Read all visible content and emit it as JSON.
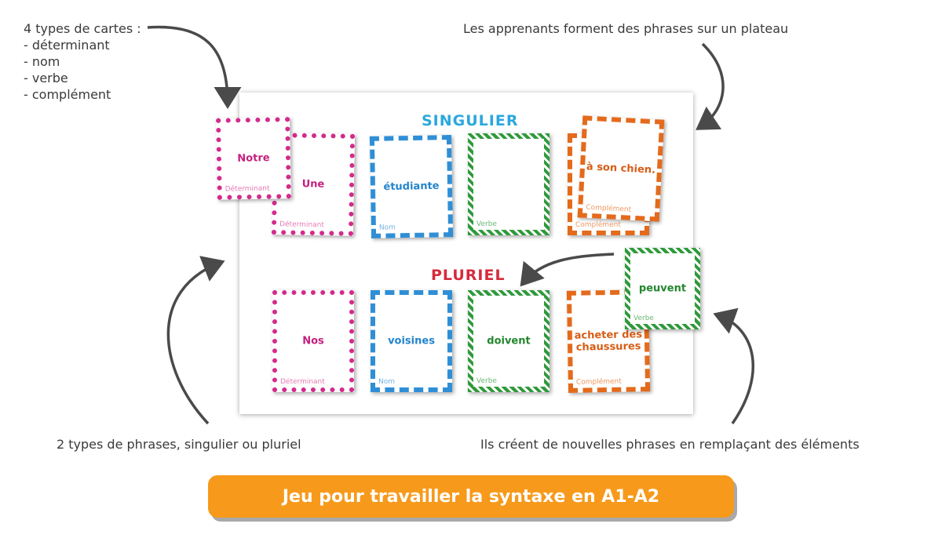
{
  "notes": {
    "top_left": {
      "heading": "4 types de cartes :",
      "lines": [
        "- déterminant",
        "- nom",
        "- verbe",
        "- complément"
      ]
    },
    "top_right": "Les apprenants forment des phrases sur un plateau",
    "bottom_left": "2 types de phrases, singulier ou pluriel",
    "bottom_right": "Ils créent de nouvelles phrases en remplaçant des éléments"
  },
  "board": {
    "singular_title": "SINGULIER",
    "plural_title": "PLURIEL",
    "singular_color": "#2aa8dd",
    "plural_color": "#d62b3c",
    "cards": {
      "notre": {
        "word": "Notre",
        "type": "Déterminant"
      },
      "une": {
        "word": "Une",
        "type": "Déterminant"
      },
      "etudiante": {
        "word": "étudiante",
        "type": "Nom"
      },
      "verbe_blank": {
        "word": "",
        "type": "Verbe"
      },
      "complement_back": {
        "word": "",
        "type": "Complément"
      },
      "son_chien": {
        "word": "à son chien.",
        "type": "Complément"
      },
      "nos": {
        "word": "Nos",
        "type": "Déterminant"
      },
      "voisines": {
        "word": "voisines",
        "type": "Nom"
      },
      "doivent": {
        "word": "doivent",
        "type": "Verbe"
      },
      "chaussures": {
        "word": "acheter des chaussures",
        "type": "Complément"
      },
      "peuvent": {
        "word": "peuvent",
        "type": "Verbe"
      }
    }
  },
  "cta": {
    "label": "Jeu pour travailler la syntaxe en A1-A2",
    "color": "#f79a1b"
  },
  "arrow_color": "#4a4a4a"
}
